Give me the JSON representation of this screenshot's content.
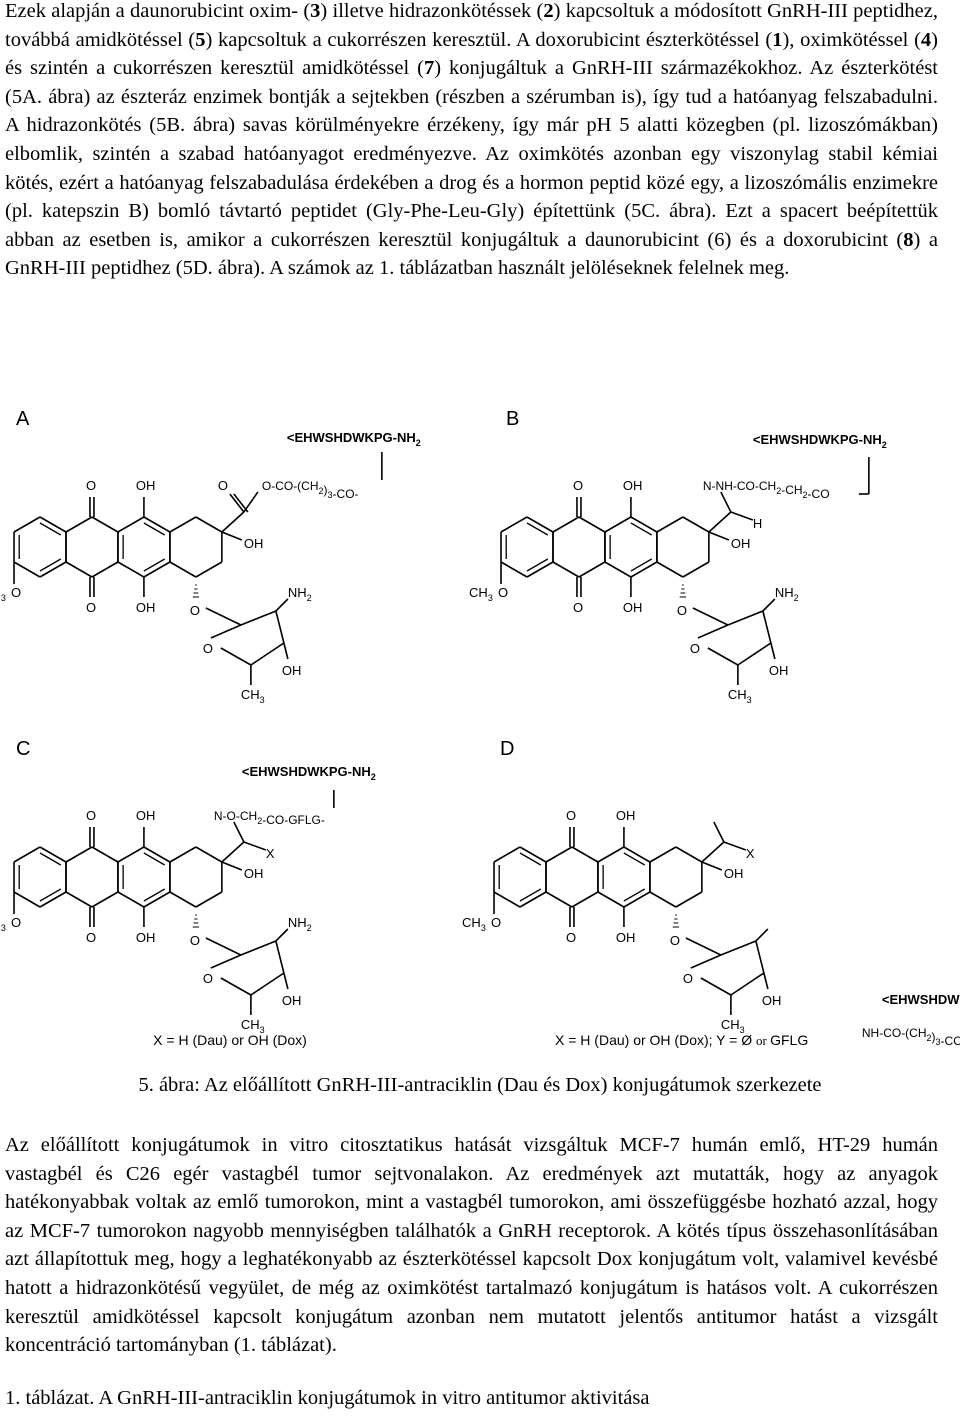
{
  "paragraph1": [
    {
      "t": "Ezek alapján a daunorubicint oxim- ("
    },
    {
      "t": "3",
      "b": true
    },
    {
      "t": ") illetve hidrazonkötéssek ("
    },
    {
      "t": "2",
      "b": true
    },
    {
      "t": ") kapcsoltuk a módosított GnRH-III peptidhez, továbbá amidkötéssel ("
    },
    {
      "t": "5",
      "b": true
    },
    {
      "t": ") kapcsoltuk a cukorrészen keresztül. A doxorubicint észterkötéssel ("
    },
    {
      "t": "1",
      "b": true
    },
    {
      "t": "), oximkötéssel ("
    },
    {
      "t": "4",
      "b": true
    },
    {
      "t": ") és szintén a cukorrészen keresztül amidkötéssel ("
    },
    {
      "t": "7",
      "b": true
    },
    {
      "t": ") konjugáltuk a GnRH-III származékokhoz. Az észterkötést (5A. ábra) az észteráz enzimek bontják a sejtekben (részben a szérumban is), így tud a hatóanyag felszabadulni. A hidrazonkötés (5B. ábra) savas körülményekre érzékeny, így már pH 5 alatti közegben (pl. lizoszómákban) elbomlik, szintén a szabad hatóanyagot eredményezve. Az oximkötés azonban egy viszonylag stabil kémiai kötés, ezért a hatóanyag felszabadulása érdekében a drog és a hormon peptid közé egy, a lizoszómális enzimekre (pl. katepszin B) bomló távtartó peptidet (Gly-Phe-Leu-Gly) építettünk (5C. ábra). Ezt a spacert beépítettük abban az esetben is, amikor a cukorrészen keresztül konjugáltuk a daunorubicint (6) és a doxorubicint ("
    },
    {
      "t": "8",
      "b": true
    },
    {
      "t": ") a GnRH-III peptidhez (5D. ábra). A számok az 1. táblázatban használt jelöléseknek felelnek meg."
    }
  ],
  "figure": {
    "panels": [
      "A",
      "B",
      "C",
      "D"
    ],
    "peptide": "<EHWSHDWKPG-NH",
    "sub2": "2",
    "a_linker": [
      "O-CO-(CH",
      ")",
      "-CO-"
    ],
    "a_sub": [
      "2",
      "3"
    ],
    "b_linker": [
      "N-NH-CO-CH",
      "-CH",
      "-CO"
    ],
    "c_linker": [
      "N-O-CH",
      "-CO-GFLG-"
    ],
    "d_linker": [
      "NH-CO-(CH",
      ")",
      "-CO-Y-"
    ],
    "atoms": {
      "O": "O",
      "OH": "OH",
      "H": "H",
      "X": "X",
      "NH2": "NH",
      "CH3": "CH",
      "sub3": "3"
    },
    "legend_c": "X = H (Dau) or OH (Dox)",
    "legend_d": "X = H (Dau) or OH (Dox);",
    "legend_d2": "Y = Ø",
    "legend_d3": "or",
    "legend_d4": "GFLG"
  },
  "caption": "5. ábra: Az előállított GnRH-III-antraciklin (Dau és Dox) konjugátumok szerkezete",
  "paragraph2": "Az előállított konjugátumok in vitro citosztatikus hatását vizsgáltuk MCF-7 humán emlő, HT-29 humán vastagbél és C26 egér vastagbél tumor sejtvonalakon. Az eredmények azt mutatták, hogy az anyagok hatékonyabbak voltak az emlő tumorokon, mint a vastagbél tumorokon, ami összefüggésbe hozható azzal, hogy az MCF-7 tumorokon nagyobb mennyiségben találhatók a GnRH receptorok. A kötés típus összehasonlításában azt állapítottuk meg, hogy a leghatékonyabb az észterkötéssel kapcsolt Dox konjugátum volt, valamivel kevésbé hatott a hidrazonkötésű vegyület, de még az oximkötést tartalmazó konjugátum is hatásos volt. A cukorrészen keresztül amidkötéssel kapcsolt konjugátum azonban nem mutatott jelentős antitumor hatást a vizsgált koncentráció tartományban (1. táblázat).",
  "table_caption": "1. táblázat. A GnRH-III-antraciklin konjugátumok in vitro antitumor aktivitása"
}
